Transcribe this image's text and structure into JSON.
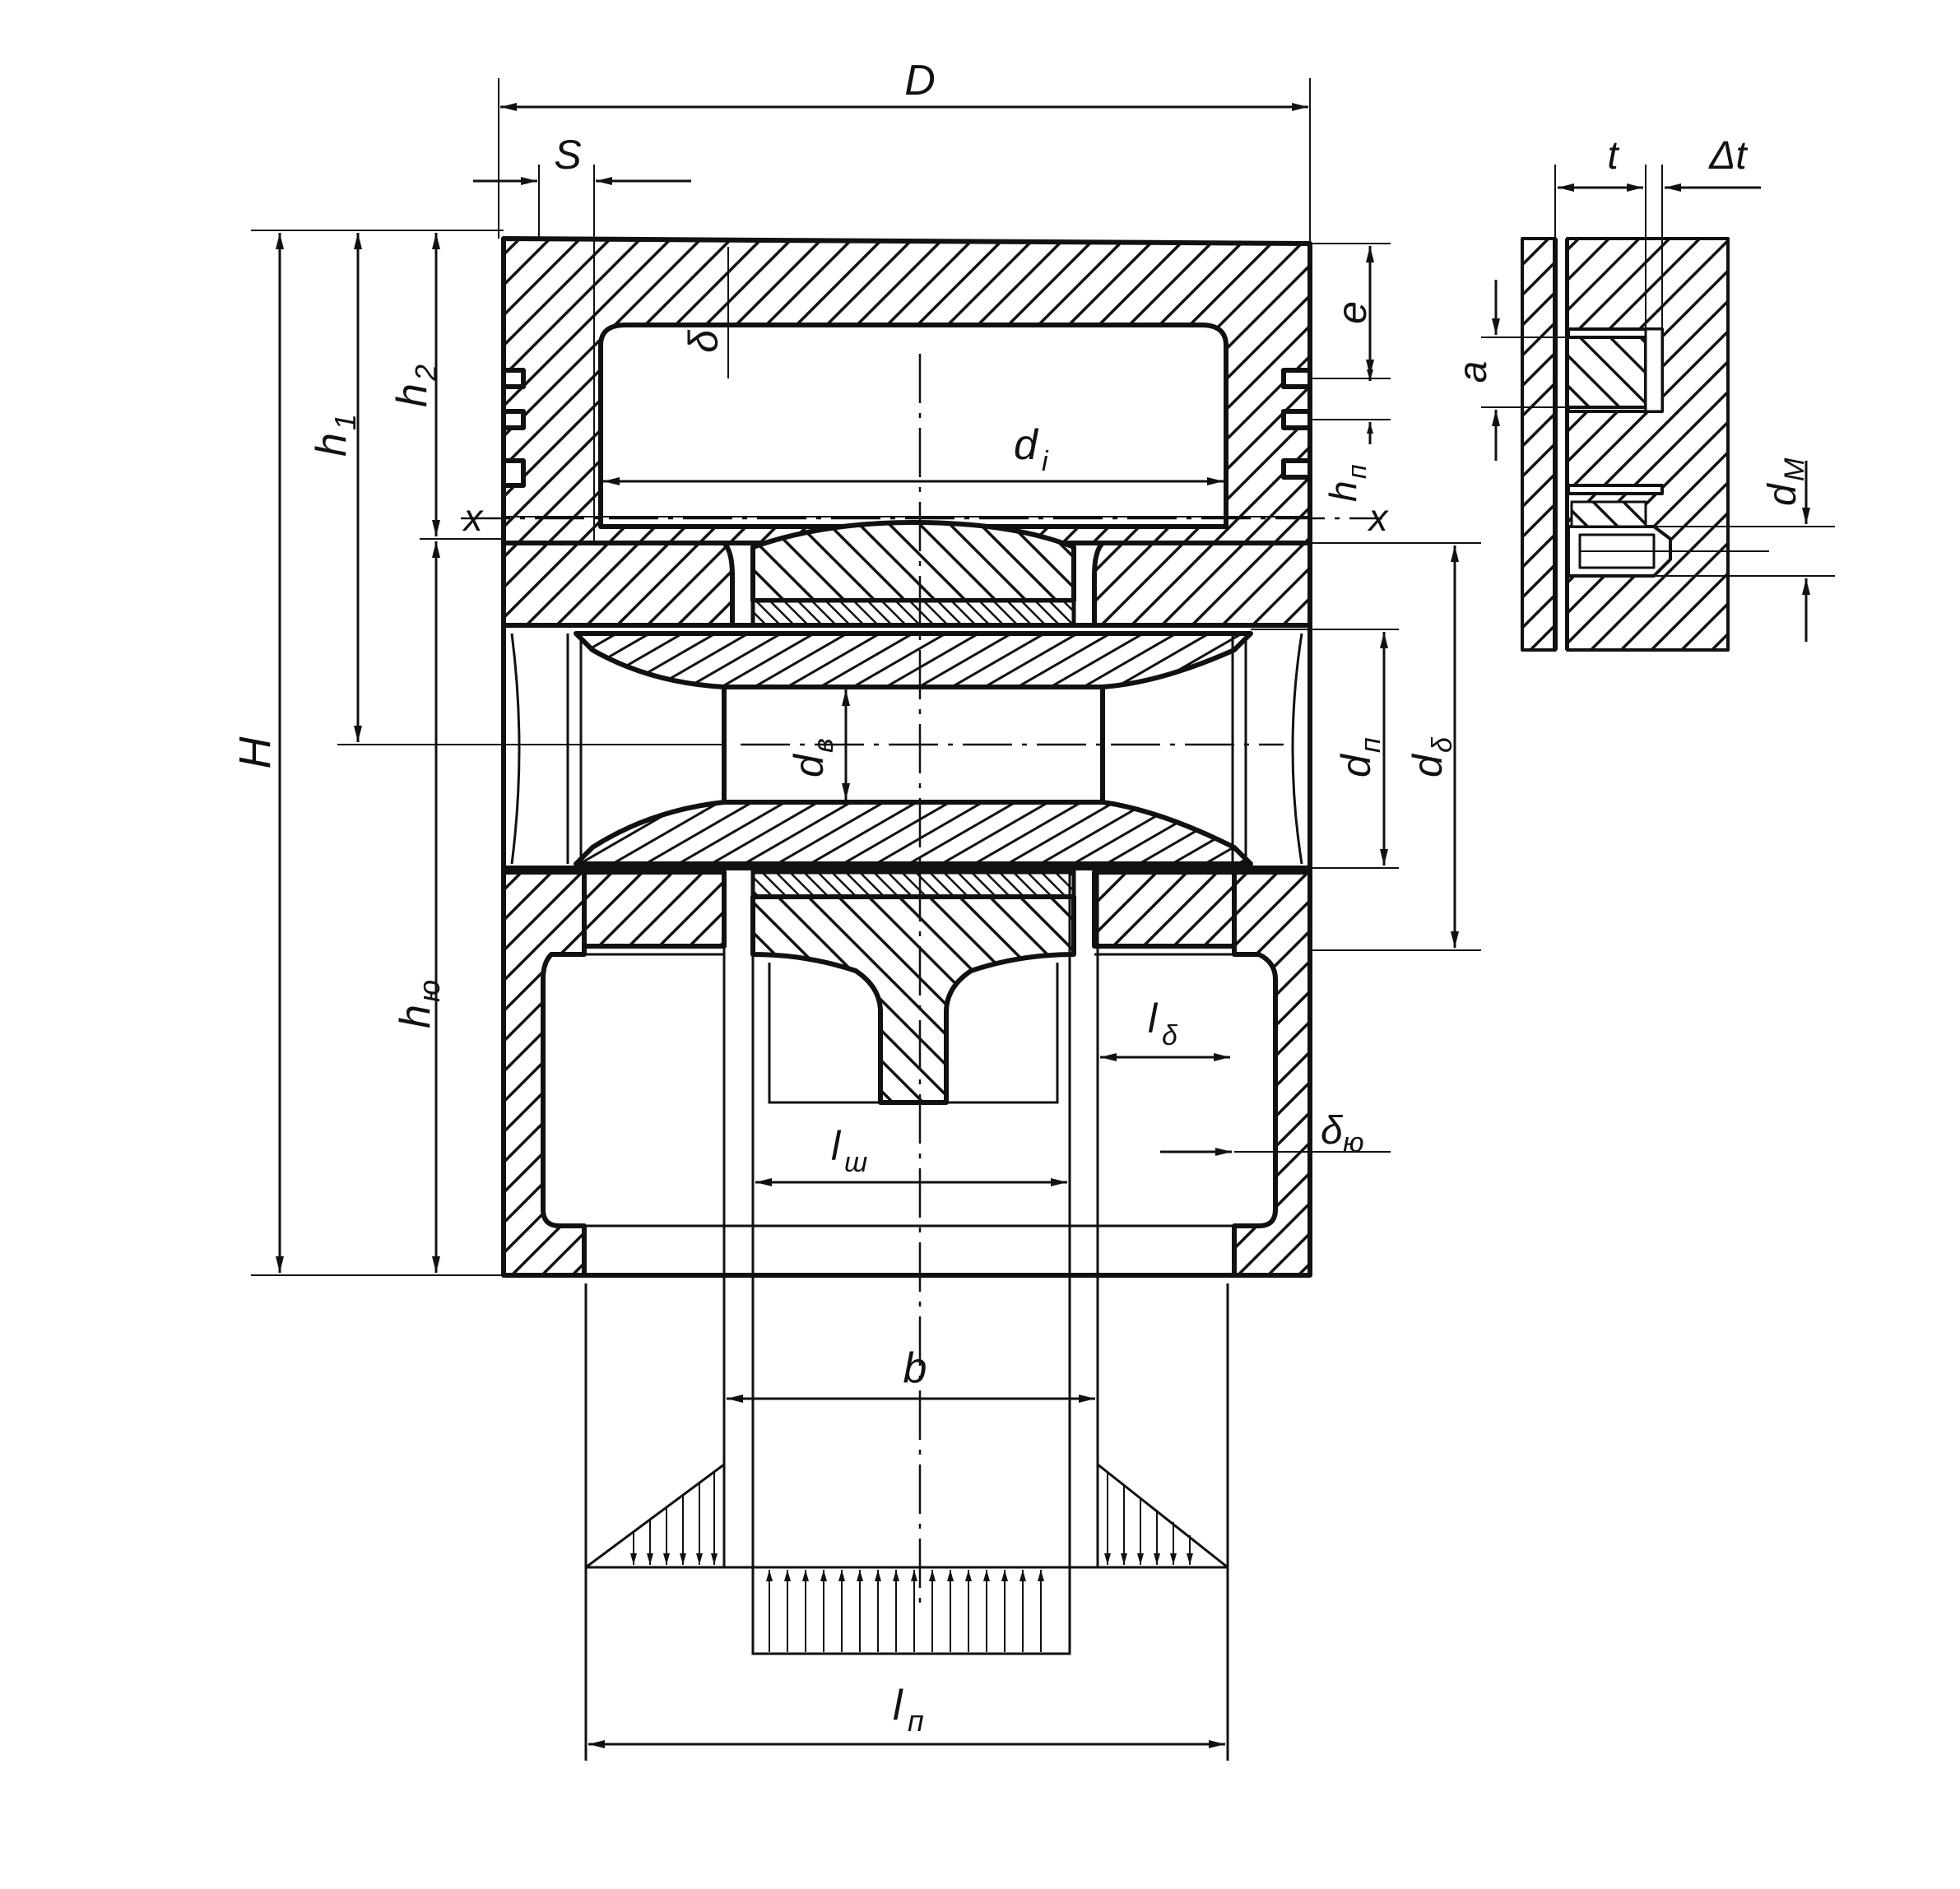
{
  "labels": {
    "D": "D",
    "S": "S",
    "t": "t",
    "delta_t": "Δt",
    "e": "e",
    "delta": "δ",
    "h1_main": "h",
    "h1_sub": "1",
    "h2_main": "h",
    "h2_sub": "2",
    "hn_main": "h",
    "hn_sub": "п",
    "di_main": "d",
    "di_sub": "i",
    "x_left": "x",
    "x_right": "x",
    "a": "a",
    "dm_main": "d",
    "dm_sub": "М",
    "H": "H",
    "dv_main": "d",
    "dv_sub": "в",
    "dp_main": "d",
    "dp_sub": "п",
    "dd_main": "d",
    "dd_sub": "δ",
    "hyu_main": "h",
    "hyu_sub": "ю",
    "ld_main": "l",
    "ld_sub": "δ",
    "dyu_main": "δ",
    "dyu_sub": "ю",
    "lsh_main": "l",
    "lsh_sub": "ш",
    "b": "b",
    "lp_main": "l",
    "lp_sub": "п"
  },
  "colors": {
    "ink": "#111111",
    "paper": "#ffffff"
  }
}
